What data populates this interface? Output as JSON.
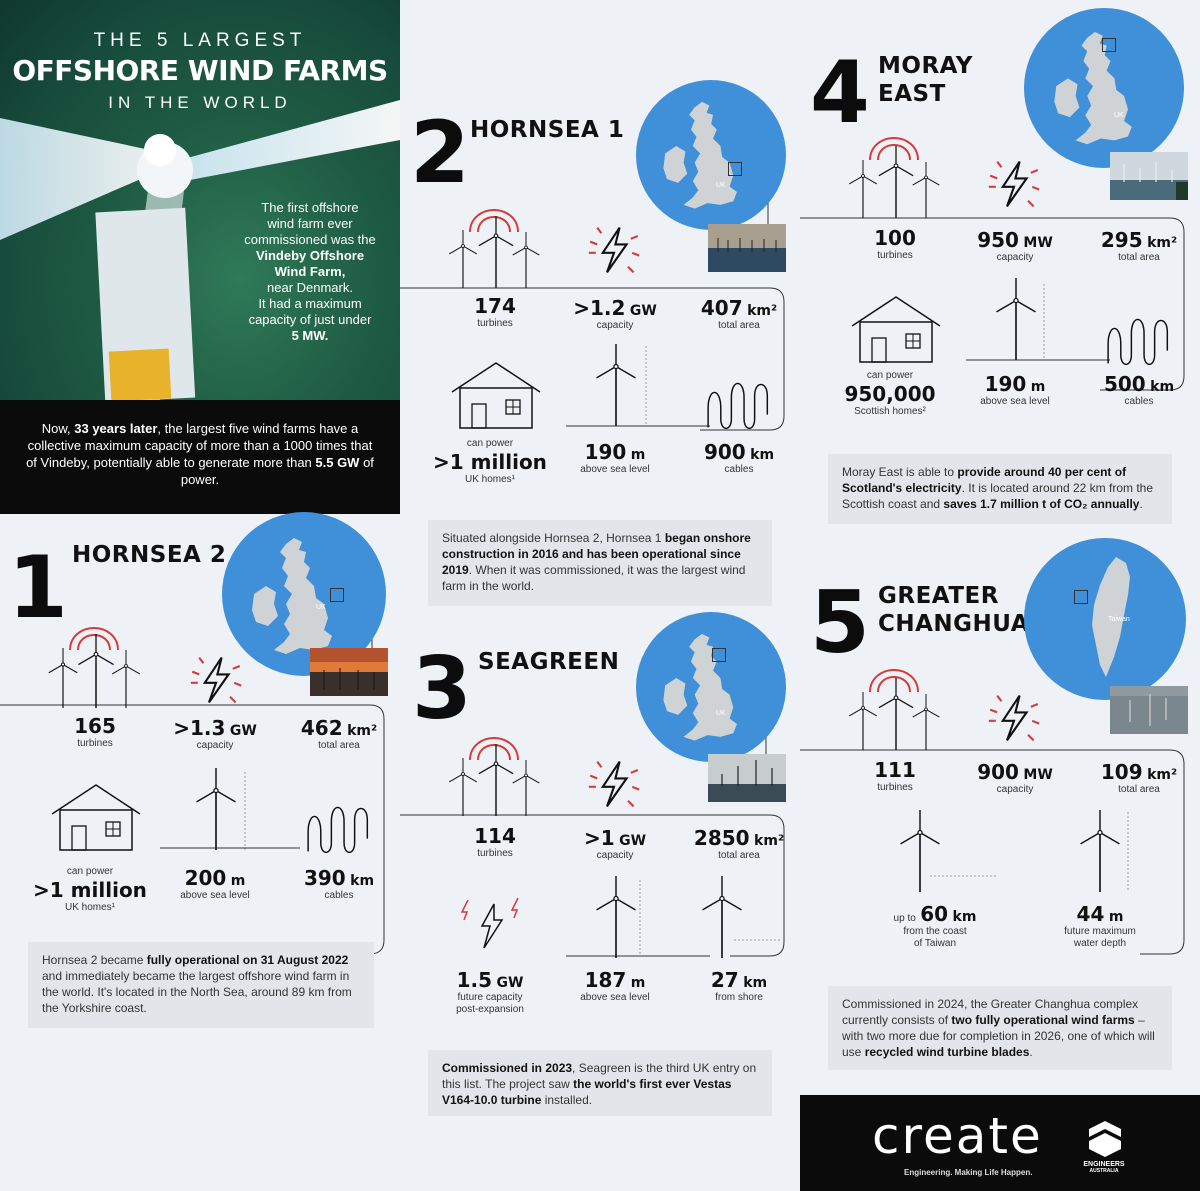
{
  "hero": {
    "sup": "THE 5 LARGEST",
    "main": "OFFSHORE WIND FARMS",
    "sub": "IN THE WORLD",
    "note_lines": [
      "The first offshore",
      "wind farm ever",
      "commissioned was the",
      "Vindeby Offshore",
      "Wind Farm,",
      "near Denmark.",
      "It had a maximum",
      "capacity of just under",
      "5 MW."
    ]
  },
  "summary": {
    "p1": "Now, ",
    "b1": "33 years later",
    "p2": ", the largest five wind farms have a collective maximum capacity of more than a 1000 times that of Vindeby, potentially able to generate more than ",
    "b2": "5.5 GW",
    "p3": " of power."
  },
  "farms": {
    "hornsea2": {
      "rank": "1",
      "title": "HORNSEA 2",
      "country": "UK",
      "turbines": "165",
      "turbines_label": "turbines",
      "capacity": ">1.3",
      "capacity_unit": "GW",
      "capacity_label": "capacity",
      "area": "462",
      "area_unit": "km²",
      "area_label": "total area",
      "homes_pre": "can power",
      "homes": ">1 million",
      "homes_label": "UK homes¹",
      "height": "200",
      "height_unit": "m",
      "height_label": "above sea level",
      "cables": "390",
      "cables_unit": "km",
      "cables_label": "cables",
      "info": [
        "Hornsea 2 became ",
        "fully operational on 31 August 2022",
        " and immediately became the largest offshore wind farm in the world. It's located in the North Sea, around 89 km from the Yorkshire coast."
      ]
    },
    "hornsea1": {
      "rank": "2",
      "title": "HORNSEA 1",
      "country": "UK",
      "turbines": "174",
      "turbines_label": "turbines",
      "capacity": ">1.2",
      "capacity_unit": "GW",
      "capacity_label": "capacity",
      "area": "407",
      "area_unit": "km²",
      "area_label": "total area",
      "homes_pre": "can power",
      "homes": ">1 million",
      "homes_label": "UK homes¹",
      "height": "190",
      "height_unit": "m",
      "height_label": "above sea level",
      "cables": "900",
      "cables_unit": "km",
      "cables_label": "cables",
      "info": [
        "Situated alongside Hornsea 2, Hornsea 1 ",
        "began onshore construction in 2016 and has been operational since 2019",
        ". When it was commissioned, it was the largest wind farm in the world."
      ]
    },
    "seagreen": {
      "rank": "3",
      "title": "SEAGREEN",
      "country": "UK",
      "turbines": "114",
      "turbines_label": "turbines",
      "capacity": ">1",
      "capacity_unit": "GW",
      "capacity_label": "capacity",
      "area": "2850",
      "area_unit": "km²",
      "area_label": "total area",
      "future": "1.5",
      "future_unit": "GW",
      "future_label1": "future capacity",
      "future_label2": "post-expansion",
      "height": "187",
      "height_unit": "m",
      "height_label": "above sea level",
      "shore": "27",
      "shore_unit": "km",
      "shore_label": "from shore",
      "info": [
        "Commissioned in 2023",
        ", Seagreen is the third UK entry on this list. The project saw ",
        "the world's first ever Vestas V164-10.0 turbine",
        " installed."
      ]
    },
    "moray": {
      "rank": "4",
      "title1": "MORAY",
      "title2": "EAST",
      "country": "UK",
      "turbines": "100",
      "turbines_label": "turbines",
      "capacity": "950",
      "capacity_unit": "MW",
      "capacity_label": "capacity",
      "area": "295",
      "area_unit": "km²",
      "area_label": "total area",
      "homes_pre": "can power",
      "homes": "950,000",
      "homes_label": "Scottish homes²",
      "height": "190",
      "height_unit": "m",
      "height_label": "above sea level",
      "cables": "500",
      "cables_unit": "km",
      "cables_label": "cables",
      "info": [
        "Moray East is able to ",
        "provide around 40 per cent of Scotland's electricity",
        ". It is located around 22 km from the Scottish coast and ",
        "saves 1.7 million t of CO₂ annually",
        "."
      ]
    },
    "changhua": {
      "rank": "5",
      "title1": "GREATER",
      "title2": "CHANGHUA",
      "country": "Taiwan",
      "turbines": "111",
      "turbines_label": "turbines",
      "capacity": "900",
      "capacity_unit": "MW",
      "capacity_label": "capacity",
      "area": "109",
      "area_unit": "km²",
      "area_label": "total area",
      "coast_pre": "up to",
      "coast": "60",
      "coast_unit": "km",
      "coast_label1": "from the coast",
      "coast_label2": "of Taiwan",
      "depth": "44",
      "depth_unit": "m",
      "depth_label1": "future maximum",
      "depth_label2": "water depth",
      "info": [
        "Commissioned in 2024, the Greater Changhua complex currently consists of ",
        "two fully operational wind farms",
        " – with two more due for completion in 2026, one of which will use ",
        "recycled wind turbine blades",
        "."
      ]
    }
  },
  "logo": {
    "word": "create",
    "tagline": "Engineering. Making Life Happen.",
    "org1": "ENGINEERS",
    "org2": "AUSTRALIA"
  },
  "colors": {
    "globe": "#3f8fd9",
    "land": "#cfd3d6",
    "accent_red": "#d43b3b",
    "panel_dark": "#0b0b0b",
    "info_bg": "#e2e6ea",
    "background": "#eef2f6"
  }
}
